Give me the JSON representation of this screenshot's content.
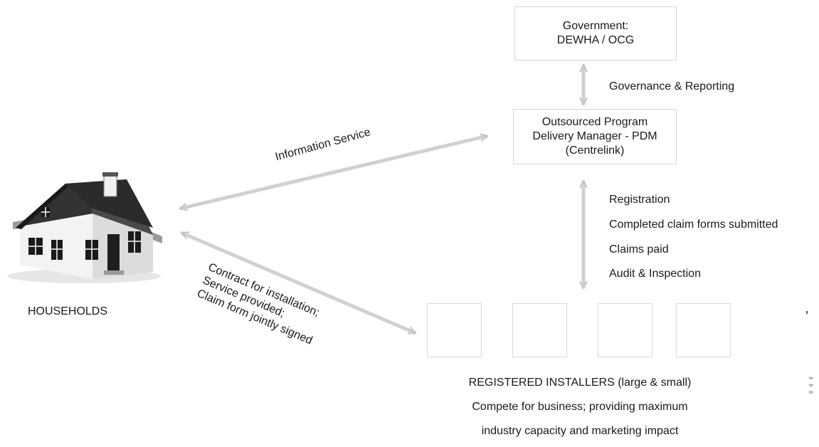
{
  "government": {
    "line1": "Government:",
    "line2": "DEWHA / OCG"
  },
  "pdm": {
    "line1": "Outsourced Program",
    "line2": "Delivery Manager - PDM",
    "line3": "(Centrelink)"
  },
  "flows": {
    "governance": "Governance & Reporting",
    "registration": "Registration",
    "claims_submitted": "Completed claim forms submitted",
    "claims_paid": "Claims paid",
    "audit": "Audit & Inspection",
    "information_service": "Information Service",
    "contract_line1": "Contract for installation;",
    "contract_line2": "Service provided;",
    "contract_line3": "Claim form jointly signed"
  },
  "households": {
    "label": "HOUSEHOLDS"
  },
  "installers": {
    "line1": "REGISTERED INSTALLERS (large & small)",
    "line2": "Compete for business; providing maximum",
    "line3": "industry capacity and marketing impact"
  },
  "colors": {
    "arrow": "#cfcfcf",
    "box_border": "#d4d4d4",
    "roof": "#2b2b2b",
    "wall": "#f2f2f2",
    "door": "#1e1e1e"
  }
}
